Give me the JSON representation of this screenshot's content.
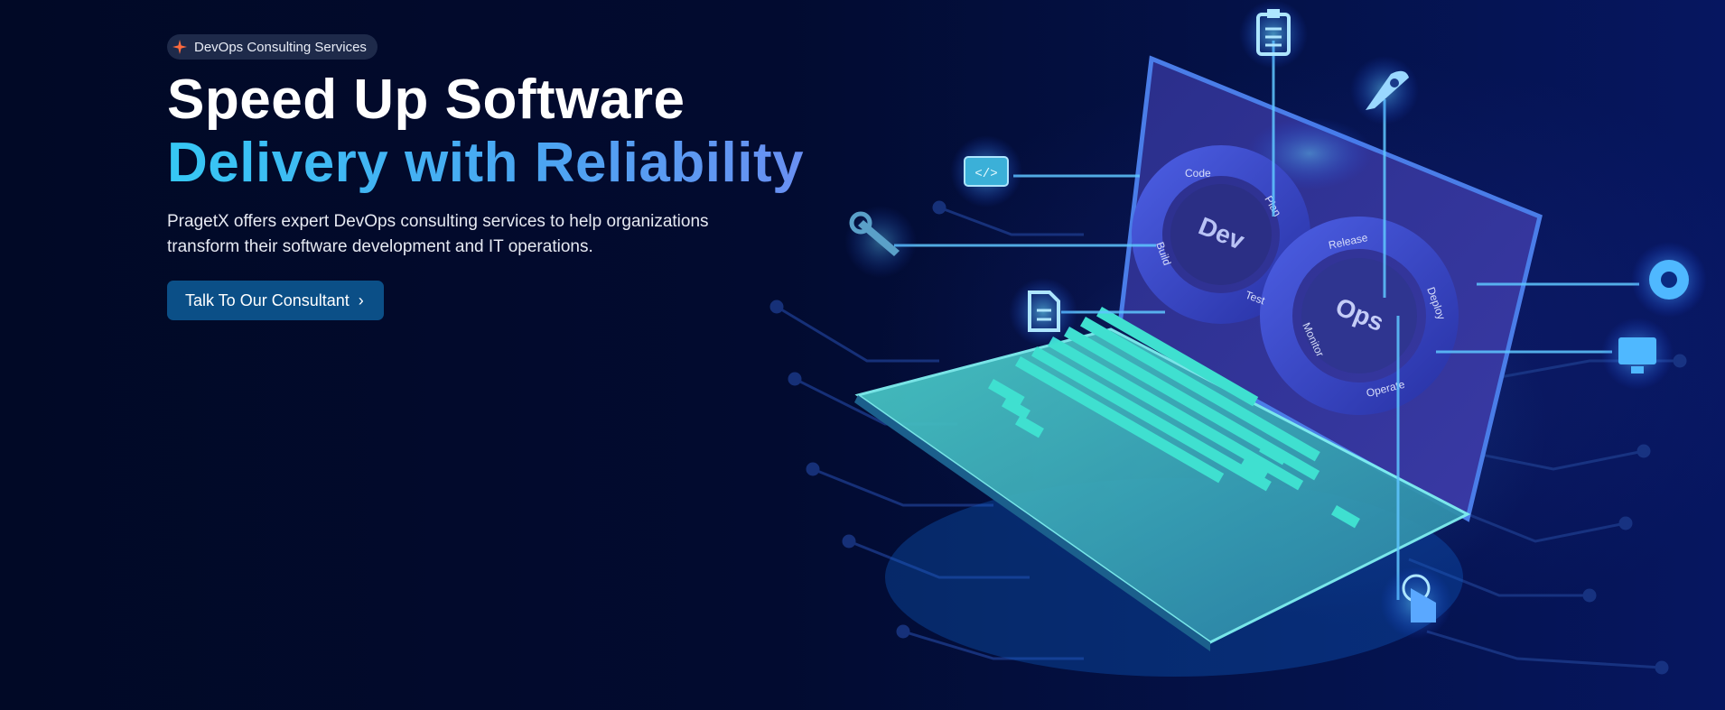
{
  "badge": {
    "label": "DevOps Consulting Services",
    "icon": "sparkle-icon",
    "icon_color": "#ff6a3d"
  },
  "hero": {
    "title_line1": "Speed Up Software",
    "title_line2": "Delivery with Reliability",
    "description_line1": "PragetX offers expert DevOps consulting services to help organizations",
    "description_line2": "transform their software development and IT operations."
  },
  "cta": {
    "label": "Talk To Our Consultant",
    "icon": "chevron-right-icon"
  },
  "illustration": {
    "dev_label": "Dev",
    "ops_label": "Ops",
    "stages": {
      "code": "Code",
      "plan": "Plan",
      "build": "Build",
      "test": "Test",
      "release": "Release",
      "deploy": "Deploy",
      "monitor": "Monitor",
      "operate": "Operate"
    },
    "icons": [
      "clipboard-icon",
      "rocket-icon",
      "code-window-icon",
      "wrench-icon",
      "document-icon",
      "gear-icon",
      "monitor-icon",
      "pointer-hand-icon"
    ]
  },
  "colors": {
    "background": "#020a2e",
    "accent_cyan": "#36c8f4",
    "accent_blue": "#6b8ef2",
    "button": "#0b4f87",
    "keyboard": "#3fe0d0"
  }
}
